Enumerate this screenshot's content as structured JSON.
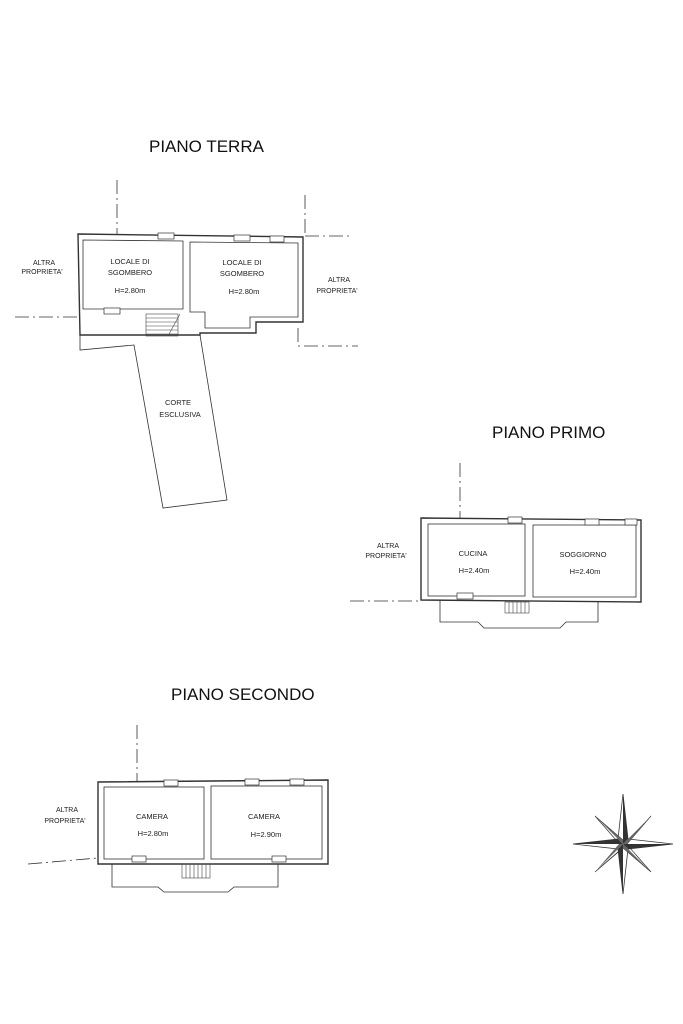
{
  "floors": {
    "ground": {
      "title": "PIANO TERRA",
      "room1": {
        "line1": "LOCALE DI",
        "line2": "SGOMBERO",
        "height": "H=2.80m"
      },
      "room2": {
        "line1": "LOCALE DI",
        "line2": "SGOMBERO",
        "height": "H=2.80m"
      },
      "court": {
        "line1": "CORTE",
        "line2": "ESCLUSIVA"
      },
      "neighbor_left": {
        "line1": "ALTRA",
        "line2": "PROPRIETA'"
      },
      "neighbor_right": {
        "line1": "ALTRA",
        "line2": "PROPRIETA'"
      }
    },
    "first": {
      "title": "PIANO PRIMO",
      "room1": {
        "name": "CUCINA",
        "height": "H=2.40m"
      },
      "room2": {
        "name": "SOGGIORNO",
        "height": "H=2.40m"
      },
      "neighbor": {
        "line1": "ALTRA",
        "line2": "PROPRIETA'"
      }
    },
    "second": {
      "title": "PIANO SECONDO",
      "room1": {
        "name": "CAMERA",
        "height": "H=2.80m"
      },
      "room2": {
        "name": "CAMERA",
        "height": "H=2.90m"
      },
      "neighbor": {
        "line1": "ALTRA",
        "line2": "PROPRIETA'"
      }
    }
  },
  "compass_rose": {
    "icon": "compass-rose-icon"
  }
}
